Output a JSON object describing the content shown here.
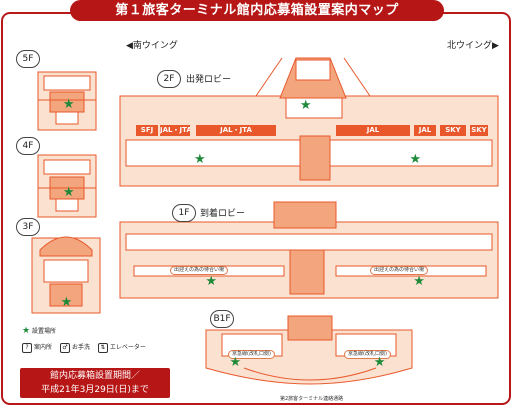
{
  "title": "第１旅客ターミナル館内応募箱設置案内マップ",
  "wings": {
    "south": "◀南ウイング",
    "north": "北ウイング▶"
  },
  "floors": {
    "f5": "5F",
    "f4": "4F",
    "f3": "3F",
    "f2": "2F",
    "f2_lobby": "出発ロビー",
    "f1": "1F",
    "f1_lobby": "到着ロビー",
    "b1": "B1F"
  },
  "counters_2f": [
    "SFJ",
    "JAL・JTA",
    "JAL・JTA",
    "JAL",
    "JAL",
    "SKY",
    "SKY"
  ],
  "zones_1f": [
    "出迎えの為の待合い場",
    "出迎えの為の待合い場"
  ],
  "zones_b1": [
    "京急線(改札口側)",
    "京急線(改札口側)"
  ],
  "bottom_road": "第2旅客ターミナル連絡通路",
  "legend": {
    "award_box": "設置場所",
    "info": "案内所",
    "toilet": "お手洗",
    "elevator": "エレベーター"
  },
  "notice": {
    "line1": "館内応募箱設置期間／",
    "line2": "平成21年3月29日(日)まで"
  },
  "stars": [
    {
      "floor": "5F",
      "fx": 0.52,
      "fy": 0.55
    },
    {
      "floor": "4F",
      "fx": 0.52,
      "fy": 0.6
    },
    {
      "floor": "3F",
      "fx": 0.5,
      "fy": 0.85
    },
    {
      "floor": "2F",
      "fx": 0.49,
      "fy": 0.1
    },
    {
      "floor": "2F",
      "fx": 0.21,
      "fy": 0.7
    },
    {
      "floor": "2F",
      "fx": 0.78,
      "fy": 0.7
    },
    {
      "floor": "1F",
      "fx": 0.24,
      "fy": 0.78
    },
    {
      "floor": "1F",
      "fx": 0.79,
      "fy": 0.78
    },
    {
      "floor": "B1F",
      "fx": 0.14,
      "fy": 0.6
    },
    {
      "floor": "B1F",
      "fx": 0.84,
      "fy": 0.6
    }
  ],
  "colors": {
    "accent": "#b71616",
    "wall": "#e8582b",
    "fill": "#fbe1d0",
    "star": "#1e8a3a"
  },
  "icons": [
    "star-icon",
    "info-icon",
    "toilet-icon",
    "elevator-icon"
  ]
}
